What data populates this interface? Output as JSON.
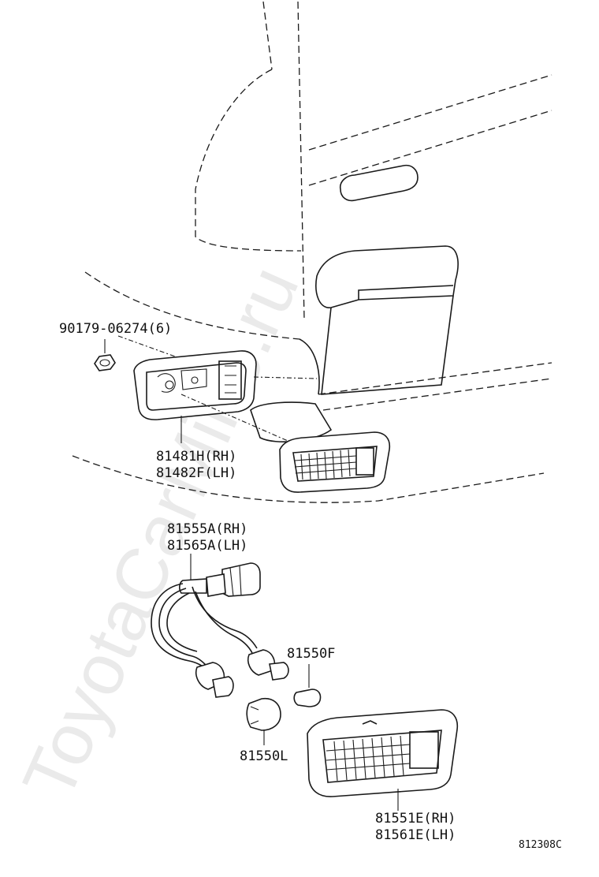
{
  "watermark": "ToyotaCarMine.ru",
  "diagram_code": "812308C",
  "callouts": {
    "nut": "90179-06274(6)",
    "socket_rh": "81481H(RH)",
    "socket_lh": "81482F(LH)",
    "harness_rh": "81555A(RH)",
    "harness_lh": "81565A(LH)",
    "bulb_small": "81550F",
    "bulb_large": "81550L",
    "lamp_rh": "81551E(RH)",
    "lamp_lh": "81561E(LH)"
  }
}
